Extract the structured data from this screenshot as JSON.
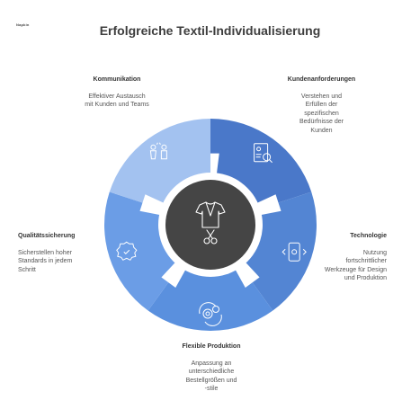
{
  "logo_text": "Napkin",
  "title": "Erfolgreiche Textil-Individualisierung",
  "segments": [
    {
      "id": "kunden",
      "heading": "Kundenanforderungen",
      "description": "Verstehen und\nErfüllen der\nspezifischen\nBedürfnisse der\nKunden",
      "color": "#4a78c9",
      "icon": "customer-profile-icon"
    },
    {
      "id": "tech",
      "heading": "Technologie",
      "description": "Nutzung\nfortschrittlicher\nWerkzeuge für Design\nund Produktion",
      "color": "#5385d3",
      "icon": "smartphone-icon"
    },
    {
      "id": "flex",
      "heading": "Flexible Produktion",
      "description": "Anpassung an\nunterschiedliche\nBestellgrößen und\n-stile",
      "color": "#5a90de",
      "icon": "gears-icon"
    },
    {
      "id": "qual",
      "heading": "Qualitätssicherung",
      "description": "Sicherstellen hoher\nStandards in jedem\nSchritt",
      "color": "#6b9de6",
      "icon": "award-badge-icon"
    },
    {
      "id": "komm",
      "heading": "Kommunikation",
      "description": "Effektiver Austausch\nmit Kunden und Teams",
      "color": "#a3c2f0",
      "icon": "people-icon"
    }
  ],
  "center": {
    "icon": "tshirt-scissors-icon",
    "color": "#454545"
  }
}
